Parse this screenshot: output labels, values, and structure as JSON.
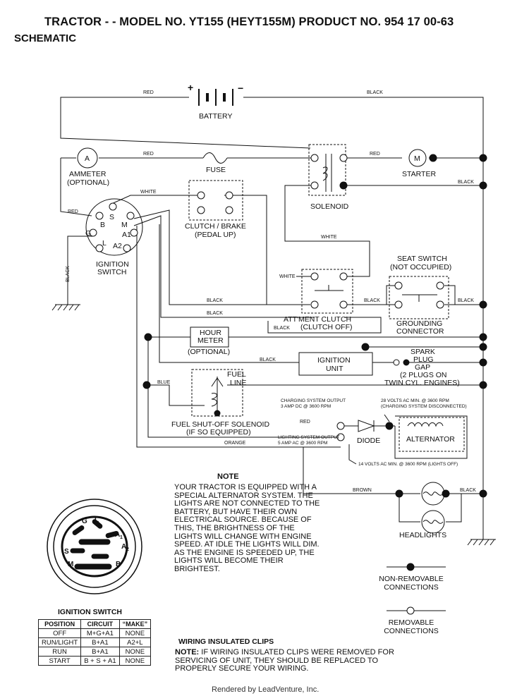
{
  "header": {
    "title": "TRACTOR - - MODEL NO. YT155 (HEYT155M) PRODUCT NO. 954 17 00-63",
    "subtitle": "SCHEMATIC"
  },
  "components": {
    "battery": "BATTERY",
    "battery_plus": "+",
    "battery_minus": "−",
    "ammeter_symbol": "A",
    "ammeter_line1": "AMMETER",
    "ammeter_line2": "(OPTIONAL)",
    "fuse": "FUSE",
    "starter_symbol": "M",
    "starter": "STARTER",
    "solenoid": "SOLENOID",
    "clutch_brake_line1": "CLUTCH / BRAKE",
    "clutch_brake_line2": "(PEDAL UP)",
    "ignition_switch_line1": "IGNITION",
    "ignition_switch_line2": "SWITCH",
    "seat_switch_line1": "SEAT SWITCH",
    "seat_switch_line2": "(NOT OCCUPIED)",
    "grounding_line1": "GROUNDING",
    "grounding_line2": "CONNECTOR",
    "attment_clutch_line1": "ATT'MENT CLUTCH",
    "attment_clutch_line2": "(CLUTCH OFF)",
    "hour_meter_line1": "HOUR",
    "hour_meter_line2": "METER",
    "hour_meter_line3": "(OPTIONAL)",
    "ignition_unit_line1": "IGNITION",
    "ignition_unit_line2": "UNIT",
    "spark_line1": "SPARK",
    "spark_line2": "PLUG",
    "spark_line3": "GAP",
    "spark_line4": "(2 PLUGS ON",
    "spark_line5": "TWIN CYL. ENGINES)",
    "fuel_line1": "FUEL",
    "fuel_line2": "LINE",
    "fuel_solenoid_line1": "FUEL SHUT-OFF SOLENOID",
    "fuel_solenoid_line2": "(IF SO EQUIPPED)",
    "diode": "DIODE",
    "alternator": "ALTERNATOR",
    "headlights": "HEADLIGHTS",
    "charging_line1": "CHARGING SYSTEM OUTPUT",
    "charging_line2": "3 AMP DC @ 3600 RPM",
    "volts28_line1": "28 VOLTS AC MIN. @ 3600 RPM",
    "volts28_line2": "(CHARGING SYSTEM DISCONNECTED)",
    "lighting_line1": "LIGHTING SYSTEM OUTPUT",
    "lighting_line2": "5 AMP AC @ 3600 RPM",
    "volts14": "14 VOLTS AC MIN. @ 3600 RPM (LIGHTS OFF)",
    "terminal_s": "S",
    "terminal_b": "B",
    "terminal_m": "M",
    "terminal_g": "G",
    "terminal_a1": "A1",
    "terminal_l": "L",
    "terminal_a2": "A2"
  },
  "wire_labels": {
    "red": "RED",
    "black": "BLACK",
    "white": "WHITE",
    "blue": "BLUE",
    "orange": "ORANGE",
    "brown": "BROWN"
  },
  "note": {
    "title": "NOTE",
    "body": "YOUR TRACTOR IS EQUIPPED WITH A SPECIAL ALTERNATOR SYSTEM. THE LIGHTS ARE NOT CONNECTED TO THE BATTERY, BUT HAVE THEIR OWN ELECTRICAL SOURCE. BECAUSE OF THIS, THE BRIGHTNESS OF THE LIGHTS WILL CHANGE WITH ENGINE SPEED.  AT IDLE THE LIGHTS WILL DIM.  AS THE ENGINE IS SPEEDED UP, THE LIGHTS WILL BECOME THEIR BRIGHTEST."
  },
  "legend": {
    "non_removable_line1": "NON-REMOVABLE",
    "non_removable_line2": "CONNECTIONS",
    "removable_line1": "REMOVABLE",
    "removable_line2": "CONNECTIONS"
  },
  "ignition_detail": {
    "g": "G",
    "l": "L",
    "a1": "A",
    "a1_sub": "1",
    "a2": "A",
    "a2_sub": "2",
    "s": "S",
    "m": "M",
    "b": "B"
  },
  "ignition_table": {
    "title": "IGNITION SWITCH",
    "headers": [
      "POSITION",
      "CIRCUIT",
      "“MAKE”"
    ],
    "rows": [
      [
        "OFF",
        "M+G+A1",
        "NONE"
      ],
      [
        "RUN/LIGHT",
        "B+A1",
        "A2+L"
      ],
      [
        "RUN",
        "B+A1",
        "NONE"
      ],
      [
        "START",
        "B + S + A1",
        "NONE"
      ]
    ]
  },
  "wiring_clips": {
    "title": "WIRING INSULATED CLIPS",
    "note_label": "NOTE:",
    "body": " IF WIRING INSULATED CLIPS WERE REMOVED FOR SERVICING OF UNIT, THEY SHOULD BE REPLACED TO PROPERLY SECURE YOUR WIRING."
  },
  "footer": "Rendered by LeadVenture, Inc."
}
